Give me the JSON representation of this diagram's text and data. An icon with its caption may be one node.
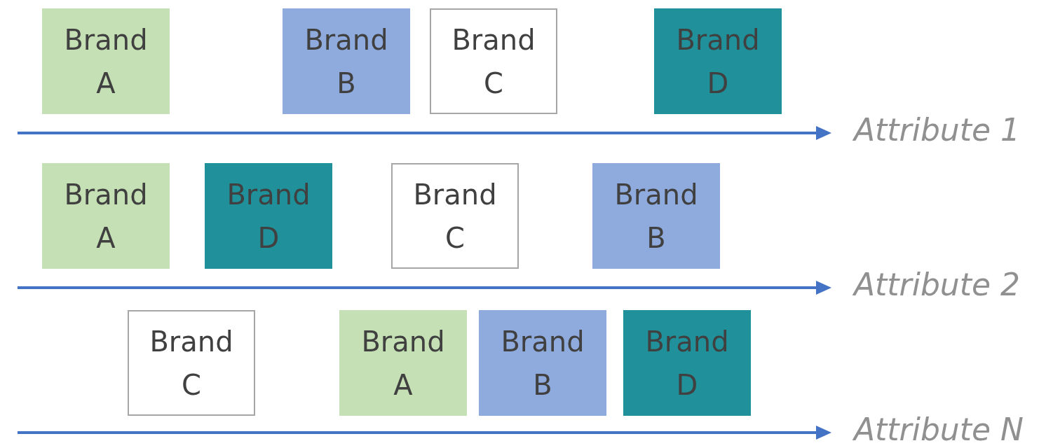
{
  "diagram": {
    "nodes": [
      {
        "text": [
          "Brand A"
        ]
      },
      {
        "text": [
          "Brand B"
        ]
      },
      {
        "text": [
          "Brand C"
        ]
      },
      {
        "text": [
          "Brand D"
        ]
      },
      {
        "text": [
          "Brand A"
        ]
      },
      {
        "text": [
          "Brand D"
        ]
      },
      {
        "text": [
          "Brand C"
        ]
      },
      {
        "text": [
          "Brand B"
        ]
      },
      {
        "text": [
          "Brand C"
        ]
      },
      {
        "text": [
          "Brand A"
        ]
      },
      {
        "text": [
          "Brand B"
        ]
      },
      {
        "text": [
          "Brand D"
        ]
      }
    ],
    "labels": [
      "Attribute 1",
      "Attribute 2",
      "Attribute N"
    ]
  }
}
